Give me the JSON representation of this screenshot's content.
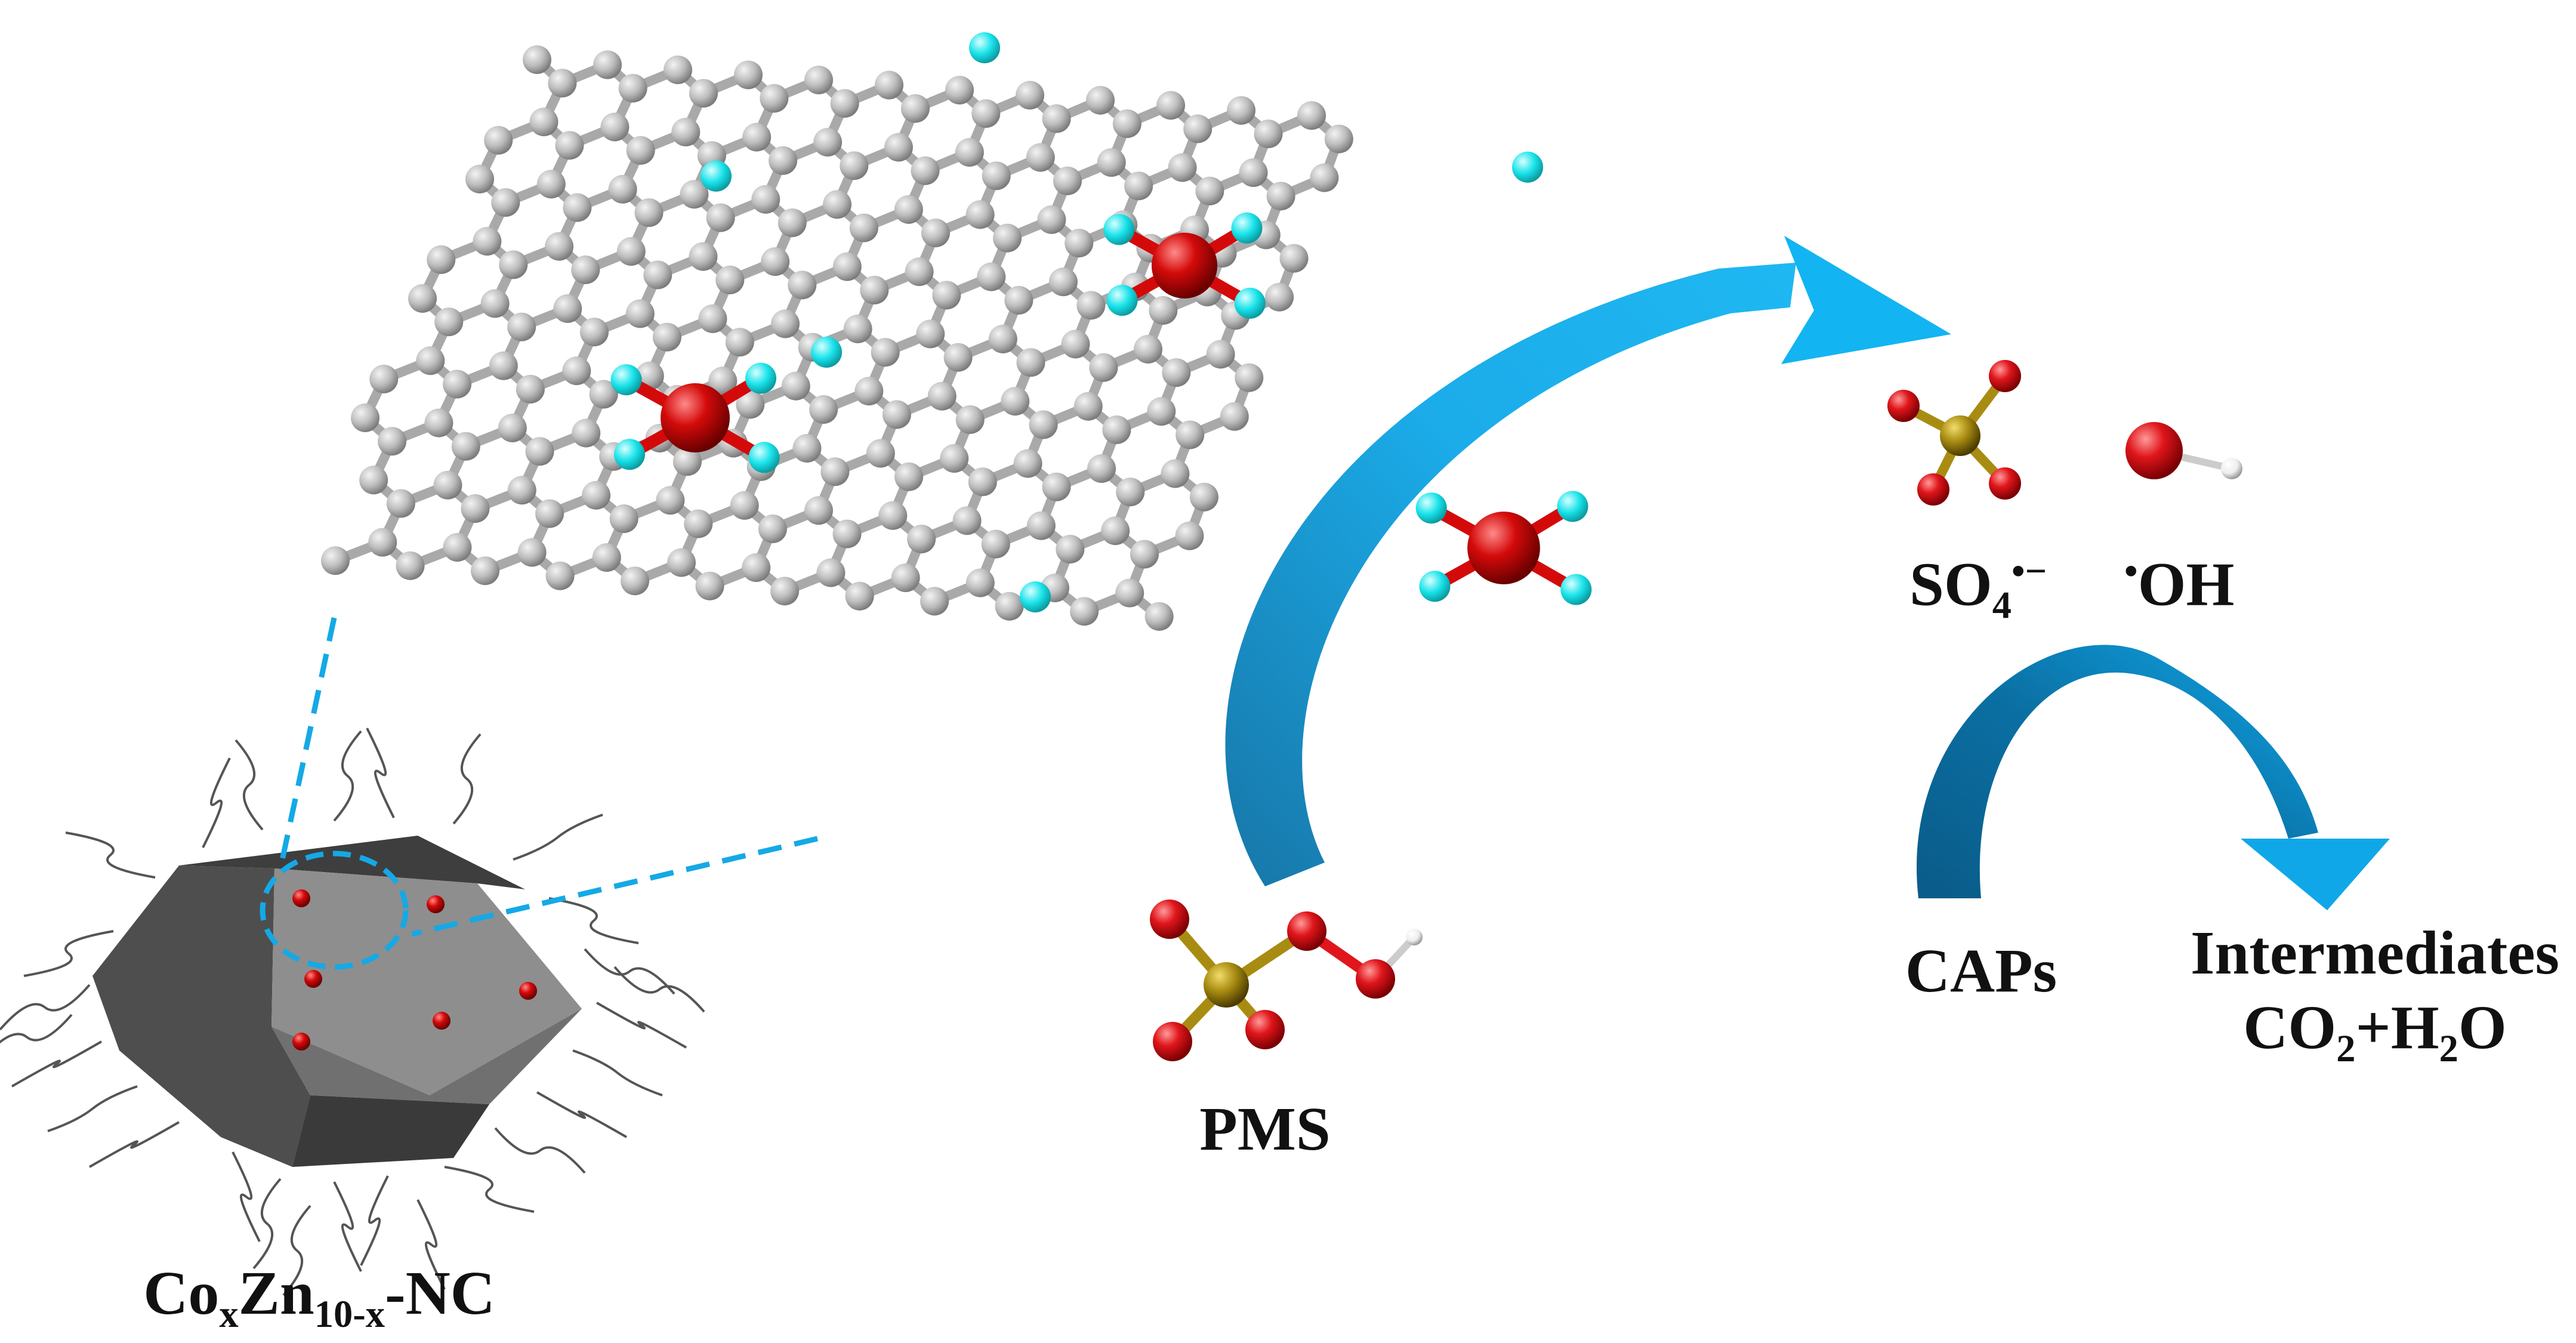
{
  "labels": {
    "catalyst": {
      "main": "Co",
      "sub1": "x",
      "mid": "Zn",
      "sub2": "10-x",
      "end": "-NC"
    },
    "pms": "PMS",
    "sulfate_radical": {
      "main": "SO",
      "sub": "4",
      "sup": "•−"
    },
    "hydroxyl_radical": {
      "dot": "•",
      "main": "OH"
    },
    "caps": "CAPs",
    "products_line1": "Intermediates",
    "products_line2": {
      "a": "CO",
      "sub_a": "2",
      "b": "+H",
      "sub_b": "2",
      "c": "O"
    }
  },
  "colors": {
    "carbon": "#b9b9b9",
    "nitrogen": "#19e3ea",
    "cobalt": "#d40a0a",
    "sulfur": "#a88c12",
    "oxygen": "#e0161b",
    "hydrogen": "#f2f2f2",
    "arrow_light": "#0fa7e8",
    "arrow_dark": "#0b6fa3",
    "polyhedron": "#5f5f5f"
  }
}
